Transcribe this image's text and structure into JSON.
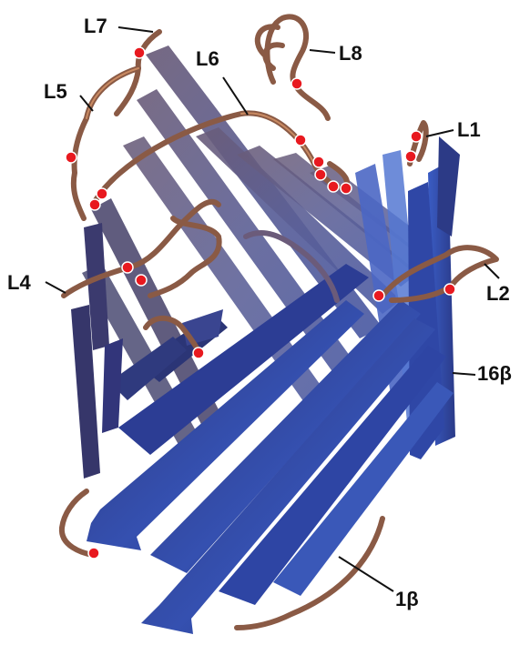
{
  "colors": {
    "strand_dark": "#2b3576",
    "strand_mid": "#3b55b3",
    "strand_light": "#5a7fd6",
    "strand_back": "#5c587c",
    "loop": "#8a5a45",
    "marker": "#e8191f"
  },
  "labels": {
    "L1": "L1",
    "L2": "L2",
    "L4": "L4",
    "L5": "L5",
    "L6": "L6",
    "L7": "L7",
    "L8": "L8",
    "beta16": "16β",
    "beta1": "1β"
  }
}
